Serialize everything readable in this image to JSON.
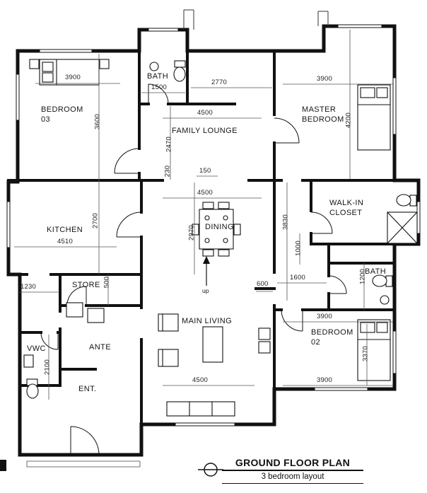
{
  "title_block": {
    "title": "GROUND FLOOR PLAN",
    "subtitle": "3 bedroom layout"
  },
  "plan": {
    "rooms": [
      {
        "id": "bedroom-03",
        "label": "BEDROOM\n03"
      },
      {
        "id": "bath-top",
        "label": "BATH"
      },
      {
        "id": "family-lounge",
        "label": "FAMILY LOUNGE"
      },
      {
        "id": "master-bedroom",
        "label": "MASTER\nBEDROOM"
      },
      {
        "id": "kitchen",
        "label": "KITCHEN"
      },
      {
        "id": "dining",
        "label": "DINING"
      },
      {
        "id": "walk-in-closet",
        "label": "WALK-IN\nCLOSET"
      },
      {
        "id": "bath-right",
        "label": "BATH"
      },
      {
        "id": "store",
        "label": "STORE"
      },
      {
        "id": "main-living",
        "label": "MAIN LIVING"
      },
      {
        "id": "bedroom-02",
        "label": "BEDROOM\n02"
      },
      {
        "id": "ante",
        "label": "ANTE"
      },
      {
        "id": "vwc",
        "label": "VWC"
      },
      {
        "id": "ent",
        "label": "ENT."
      },
      {
        "id": "stair-up",
        "label": "up"
      }
    ],
    "dims": [
      "3900",
      "3600",
      "1500",
      "2770",
      "3900",
      "4200",
      "4500",
      "2470",
      "230",
      "150",
      "4500",
      "2700",
      "4510",
      "2970",
      "3830",
      "1000",
      "1600",
      "1200",
      "1230",
      "500",
      "600",
      "3900",
      "3370",
      "3900",
      "4500",
      "2100"
    ]
  },
  "colors": {
    "wall": "#111111",
    "dim_line": "#555555",
    "text": "#151515",
    "background": "#ffffff"
  }
}
